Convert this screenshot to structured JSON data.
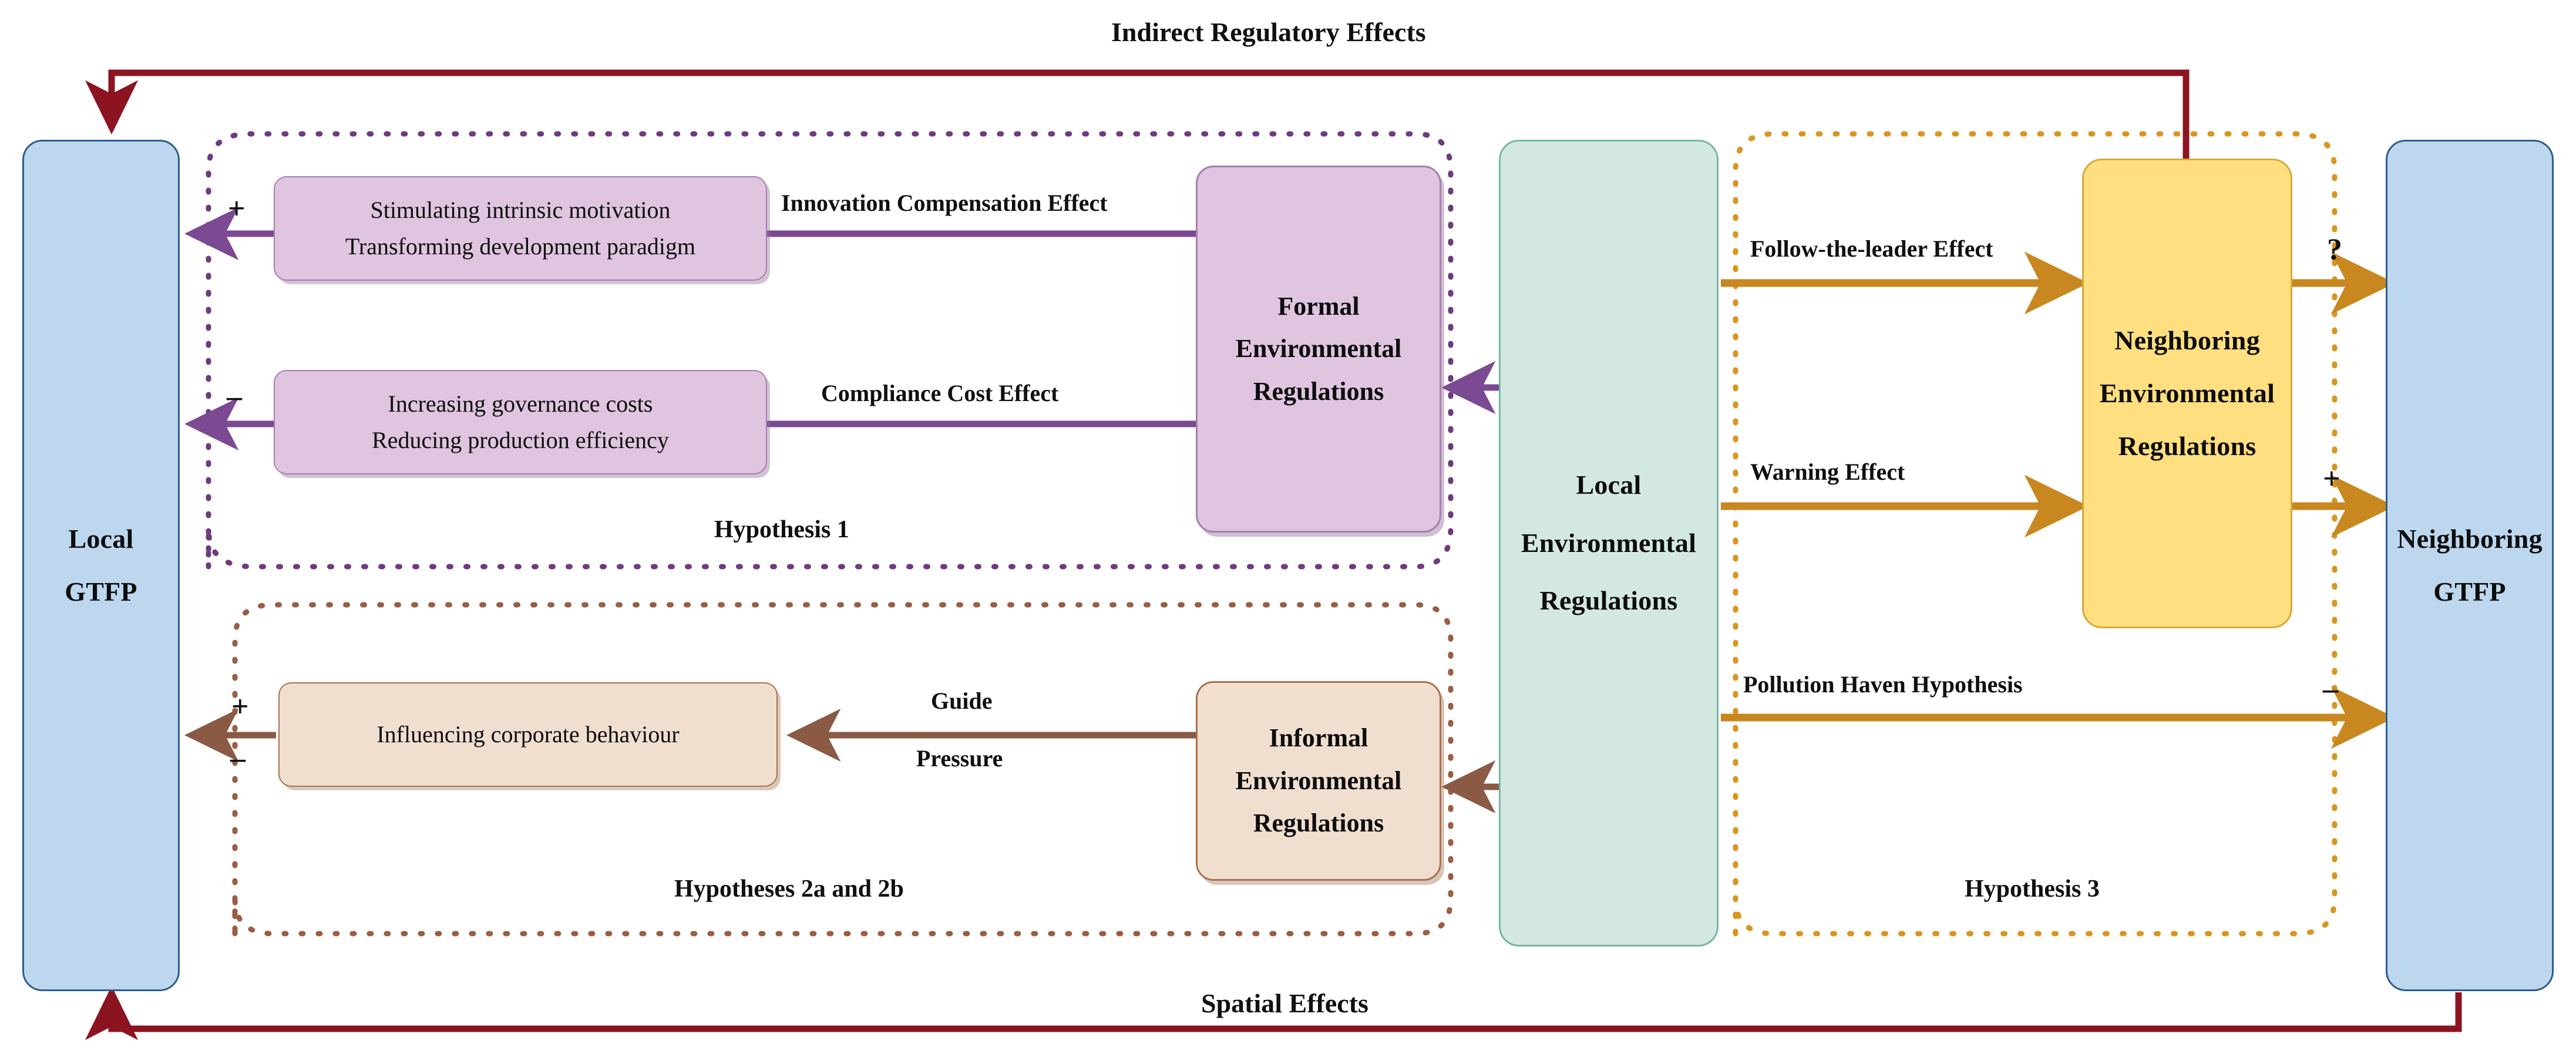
{
  "diagram": {
    "title_top": "Indirect Regulatory Effects",
    "title_bottom": "Spatial Effects",
    "colors": {
      "gtfp_blue": "#bdd7ee",
      "gtfp_blue_border": "#2e5e8e",
      "center_teal": "#d3e9e0",
      "center_teal_border": "#7ab5a4",
      "neighbor_yellow": "#ffdf80",
      "neighbor_yellow_border": "#d8a93c",
      "formal_purple": "#dfc5e0",
      "formal_purple_border": "#a87fad",
      "informal_tan": "#f0dfcf",
      "informal_tan_border": "#a9714e",
      "dark_red_arrow": "#8c1420",
      "purple_arrow": "#7b4a92",
      "brown_arrow": "#8a5a45",
      "orange_arrow": "#c8871f"
    }
  },
  "nodes": {
    "local_gtfp": "Local\nGTFP",
    "neighboring_gtfp": "Neighboring\nGTFP",
    "local_env_reg": "Local\nEnvironmental\nRegulations",
    "neighboring_env_reg": "Neighboring\nEnvironmental\nRegulations",
    "formal_env_reg": "Formal\nEnvironmental\nRegulations",
    "informal_env_reg": "Informal\nEnvironmental\nRegulations",
    "mech_positive": "Stimulating intrinsic motivation\nTransforming development paradigm",
    "mech_negative": "Increasing governance costs\nReducing production efficiency",
    "mech_corporate": "Influencing corporate behaviour"
  },
  "edge_labels": {
    "innovation_compensation": "Innovation Compensation Effect",
    "compliance_cost": "Compliance Cost Effect",
    "guide": "Guide",
    "pressure": "Pressure",
    "follow_the_leader": "Follow-the-leader Effect",
    "warning": "Warning Effect",
    "pollution_haven": "Pollution Haven Hypothesis"
  },
  "hypothesis_labels": {
    "h1": "Hypothesis 1",
    "h2": "Hypotheses 2a and 2b",
    "h3": "Hypothesis 3"
  },
  "signs": {
    "innovation_sign": "+",
    "compliance_sign": "–",
    "corporate_plus": "+",
    "corporate_minus": "–",
    "follow_leader_sign": "?",
    "warning_sign": "+",
    "pollution_haven_sign": "–"
  }
}
